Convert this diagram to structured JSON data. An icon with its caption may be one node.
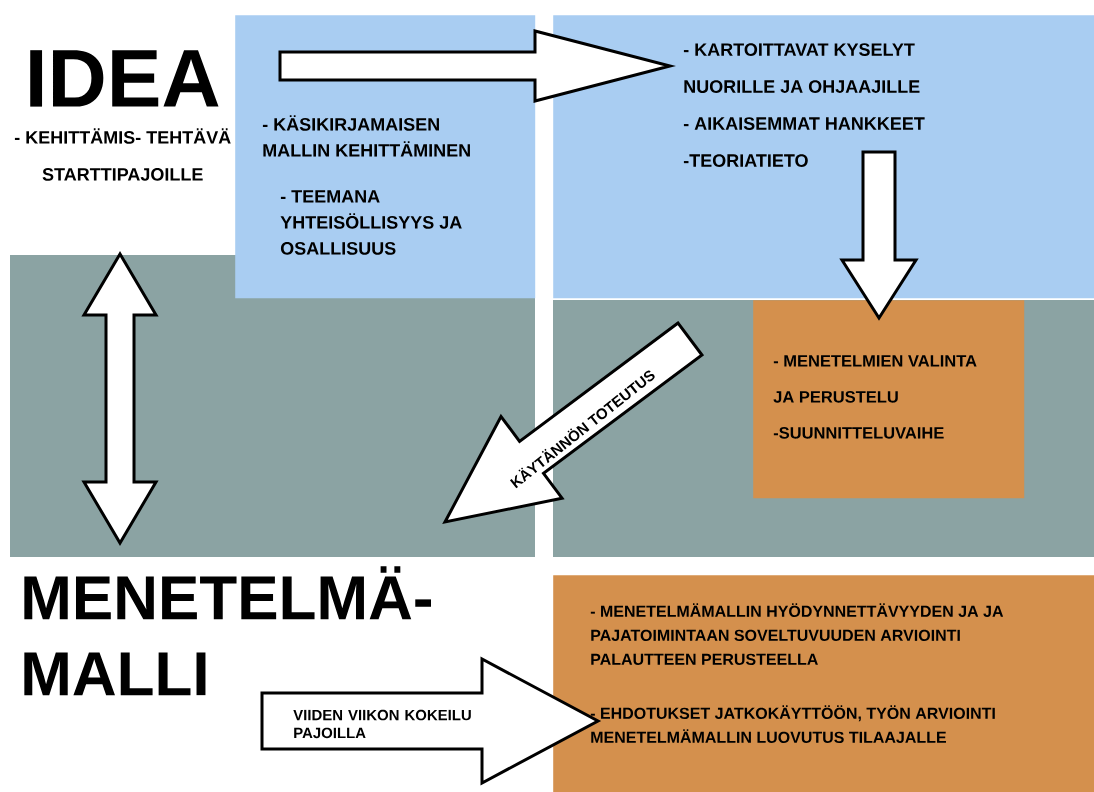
{
  "diagram": {
    "nodes": [
      {
        "text": [
          "IDEA",
          "- KEHITTÄMIS- TEHTÄVÄ STARTTIPAJOILLE"
        ]
      },
      {
        "text": [
          "- KÄSIKIRJAMAISEN MALLIN KEHITTÄMINEN",
          "- TEEMANA YHTEISÖLLISYYS JA OSALLISUUS"
        ]
      },
      {
        "text": [
          "- KARTOITTAVAT KYSELYT NUORILLE JA OHJAAJILLE",
          "- AIKAISEMMAT HANKKEET",
          "-TEORIATIETO"
        ]
      },
      {
        "text": [
          "- MENETELMIEN VALINTA JA PERUSTELU",
          "-SUUNNITTELUVAIHE"
        ]
      },
      {
        "text": [
          "MENETELMÄ- MALLI"
        ]
      },
      {
        "text": [
          "- MENETELMÄMALLIN HYÖDYNNETTÄVYYDEN JA JA PAJATOIMINTAAN SOVELTUVUUDEN ARVIOINTI PALAUTTEEN PERUSTEELLA",
          "- EHDOTUKSET JATKOKÄYTTÖÖN, TYÖN ARVIOINTI MENETELMÄMALLIN LUOVUTUS TILAAJALLE"
        ]
      }
    ],
    "edges": [
      {
        "from": 1,
        "to": 2,
        "arrow": "to"
      },
      {
        "from": 2,
        "to": 3,
        "arrow": "to"
      },
      {
        "from": 3,
        "to": 4,
        "arrow": "to",
        "label": "KÄYTÄNNÖN TOTEUTUS"
      },
      {
        "from": 0,
        "to": 4,
        "arrow": "both"
      },
      {
        "from": 4,
        "to": 5,
        "arrow": "to",
        "label": "VIIDEN VIIKON KOKEILU PAJOILLA"
      }
    ]
  }
}
